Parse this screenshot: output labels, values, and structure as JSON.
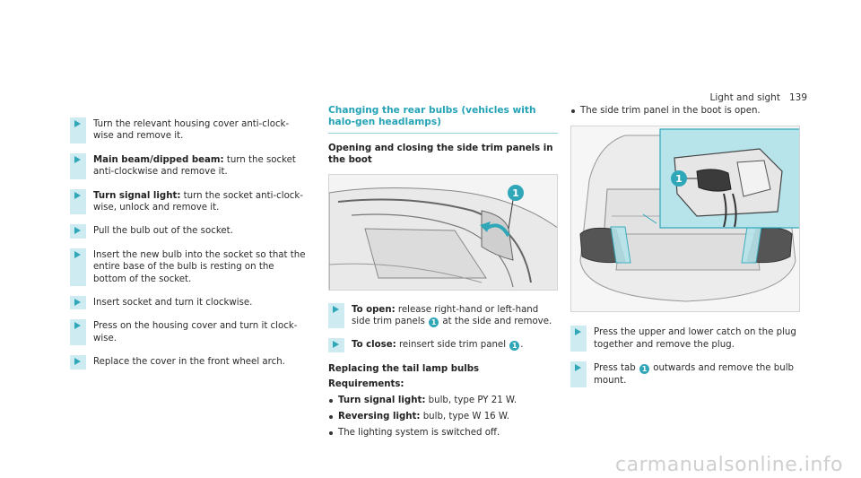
{
  "header": {
    "section": "Light and sight",
    "page_number": "139"
  },
  "left_steps": [
    {
      "bold": "",
      "text": "Turn the relevant housing cover anti-clock-wise and remove it."
    },
    {
      "bold": "Main beam/dipped beam:",
      "text": " turn the socket anti-clockwise and remove it."
    },
    {
      "bold": "Turn signal light:",
      "text": " turn the socket anti-clock-wise, unlock and remove it."
    },
    {
      "bold": "",
      "text": "Pull the bulb out of the socket."
    },
    {
      "bold": "",
      "text": "Insert the new bulb into the socket so that the entire base of the bulb is resting on the bottom of the socket."
    },
    {
      "bold": "",
      "text": "Insert socket and turn it clockwise."
    },
    {
      "bold": "",
      "text": "Press on the housing cover and turn it clock-wise."
    },
    {
      "bold": "",
      "text": "Replace the cover in the front wheel arch."
    }
  ],
  "middle": {
    "section_title": "Changing the rear bulbs (vehicles with halo-gen headlamps)",
    "subtitle": "Opening and closing the side trim panels in the boot",
    "figure_callout": "1",
    "open_step": {
      "bold": "To open:",
      "text_before": " release right-hand or left-hand side trim panels ",
      "badge": "1",
      "text_after": " at the side and remove."
    },
    "close_step": {
      "bold": "To close:",
      "text_before": " reinsert side trim panel ",
      "badge": "1",
      "text_after": "."
    },
    "tail_title": "Replacing the tail lamp bulbs",
    "requirements_label": "Requirements:",
    "requirements": [
      {
        "bold": "Turn signal light:",
        "text": " bulb, type PY 21 W."
      },
      {
        "bold": "Reversing light:",
        "text": " bulb, type W 16 W."
      },
      {
        "bold": "",
        "text": "The lighting system is switched off."
      }
    ]
  },
  "right": {
    "intro_bullet": "The side trim panel in the boot is open.",
    "figure_callout": "1",
    "steps": [
      {
        "text_before": "Press the upper and lower catch on the plug together and remove the plug.",
        "badge": "",
        "text_after": ""
      },
      {
        "text_before": "Press tab ",
        "badge": "1",
        "text_after": " outwards and remove the bulb mount."
      }
    ]
  },
  "watermark": "carmanualsonline.info",
  "colors": {
    "accent": "#2fa7b8",
    "step_bar": "#cdebf0",
    "figure_highlight": "#b6e4ea"
  }
}
